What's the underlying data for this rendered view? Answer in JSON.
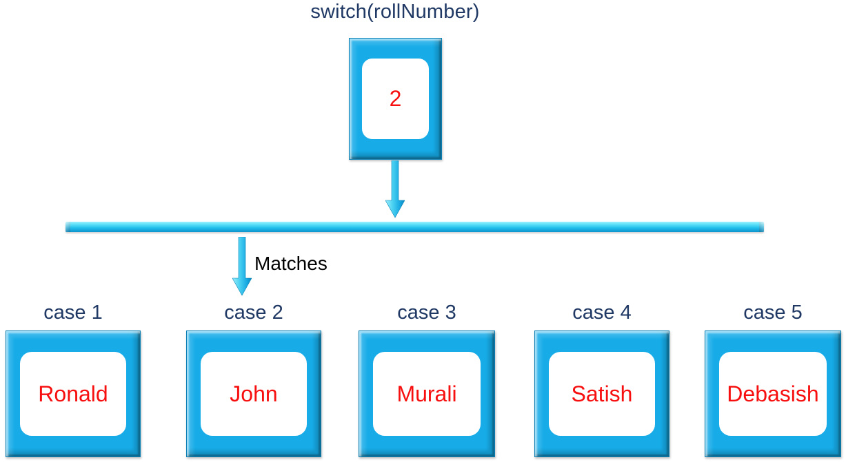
{
  "diagram": {
    "title": "switch(rollNumber)",
    "switch_box": {
      "value": "2"
    },
    "matches_label": "Matches",
    "cases": [
      {
        "label": "case 1",
        "value": "Ronald"
      },
      {
        "label": "case 2",
        "value": "John"
      },
      {
        "label": "case 3",
        "value": "Murali"
      },
      {
        "label": "case 4",
        "value": "Satish"
      },
      {
        "label": "case 5",
        "value": "Debasish"
      }
    ],
    "colors": {
      "frame_cyan": "#17ACE8",
      "bar_highlight": "#9BF3FF",
      "bar_shadow": "#0E93CB",
      "title_navy": "#1F3864",
      "value_red": "#F70F0F",
      "matches_text": "#000000",
      "panel_white": "#FFFFFF"
    }
  }
}
